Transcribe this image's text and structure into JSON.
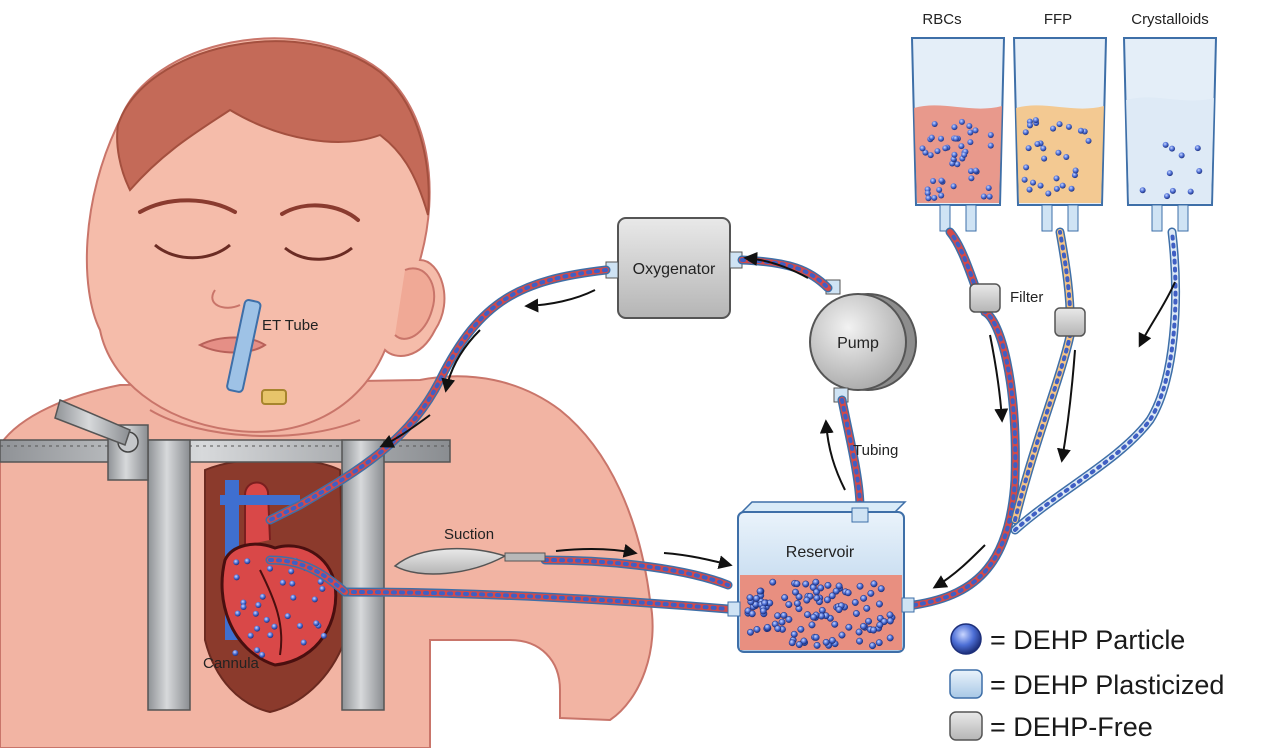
{
  "labels": {
    "rbcs": "RBCs",
    "ffp": "FFP",
    "crystalloids": "Crystalloids",
    "filter": "Filter",
    "oxygenator": "Oxygenator",
    "pump": "Pump",
    "tubing": "Tubing",
    "et_tube": "ET Tube",
    "suction": "Suction",
    "reservoir": "Reservoir",
    "cannula": "Cannula"
  },
  "legend": [
    {
      "label": "= DEHP Particle",
      "icon": "particle-icon"
    },
    {
      "label": "= DEHP Plasticized",
      "icon": "plasticized-icon"
    },
    {
      "label": "= DEHP-Free",
      "icon": "dehp-free-icon"
    }
  ],
  "colors": {
    "skin": "#f2b4a3",
    "skin_outline": "#c9756a",
    "hair": "#c46a58",
    "blood_tube": "#d34a4a",
    "particle": "#3f5fc4",
    "plastic": "#cfe3f4",
    "dehp_free": "#bdbdbd",
    "rbc_fluid": "#e88f80",
    "ffp_fluid": "#f4c486",
    "crystalloid_fluid": "#dde9f5"
  }
}
